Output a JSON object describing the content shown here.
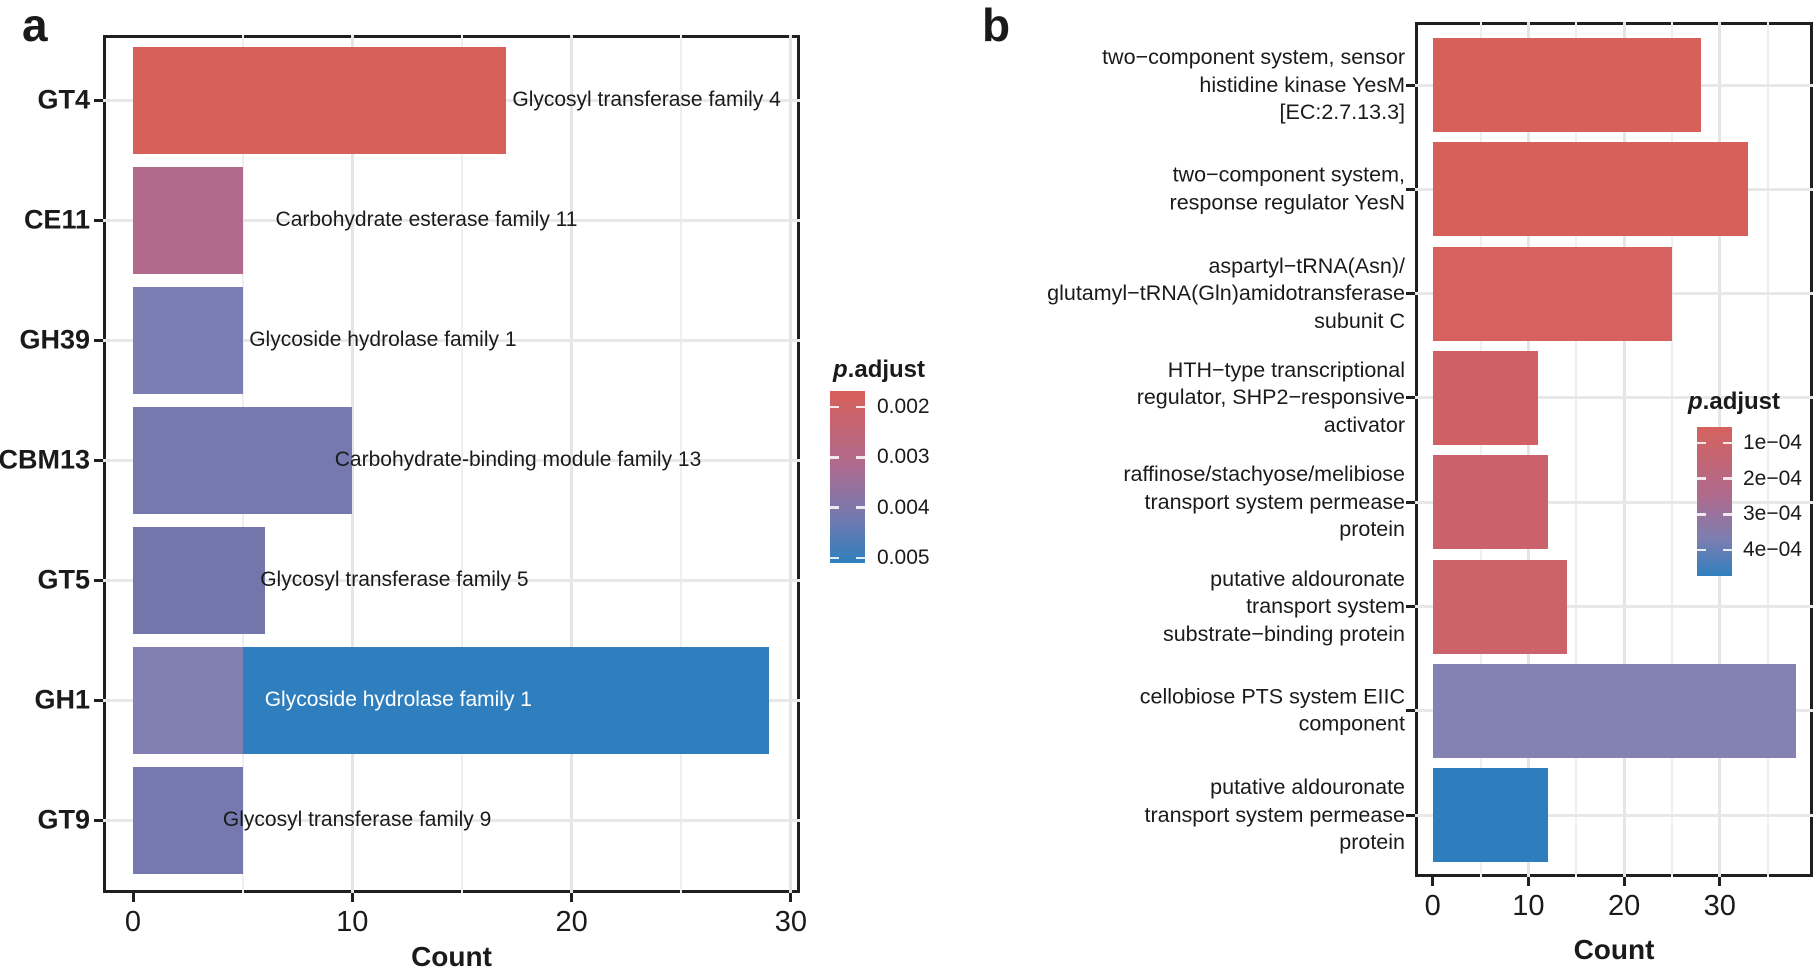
{
  "figure": {
    "panel_a_letter": "a",
    "panel_b_letter": "b"
  },
  "chart_data": [
    {
      "type": "bar",
      "panel": "a",
      "orientation": "horizontal",
      "title": "",
      "xlabel": "Count",
      "ylabel": "",
      "xlim": [
        0,
        30.4
      ],
      "x_ticks": [
        0,
        10,
        20,
        30
      ],
      "x_minor_gridlines": [
        5,
        15,
        25
      ],
      "grid": true,
      "legend": {
        "title_italic": "p",
        "title_rest": ".adjust",
        "position": "right-of-panel",
        "ticks": [
          "0.002",
          "0.003",
          "0.004",
          "0.005"
        ],
        "gradient_stops": [
          [
            "#d8605a",
            0
          ],
          [
            "#b06a8c",
            42
          ],
          [
            "#7679ae",
            72
          ],
          [
            "#2f7fbe",
            100
          ]
        ]
      },
      "categories": [
        "GT4",
        "CE11",
        "GH39",
        "CBM13",
        "GT5",
        "GH1",
        "GT9"
      ],
      "bars": [
        {
          "category": "GT4",
          "count": 17,
          "color": "#d8605a",
          "annotation": "Glycosyl transferase family 4",
          "annotation_color": "#1a1a1a",
          "annotation_left_u": 17.3
        },
        {
          "category": "CE11",
          "count": 5,
          "color": "#b1698c",
          "annotation": "Carbohydrate esterase family 11",
          "annotation_color": "#1a1a1a",
          "annotation_left_u": 6.5
        },
        {
          "category": "GH39",
          "count": 5,
          "color": "#7b7eb3",
          "annotation": "Glycoside hydrolase family 1",
          "annotation_color": "#1a1a1a",
          "annotation_left_u": 5.3
        },
        {
          "category": "CBM13",
          "count": 10,
          "color": "#7579ae",
          "annotation": "Carbohydrate-binding module family 13",
          "annotation_color": "#1a1a1a",
          "annotation_left_u": 9.2
        },
        {
          "category": "GT5",
          "count": 6,
          "color": "#7376ab",
          "annotation": "Glycosyl transferase family 5",
          "annotation_color": "#1a1a1a",
          "annotation_left_u": 5.8
        },
        {
          "category": "GH1",
          "count": 29,
          "segments": [
            {
              "from": 0,
              "to": 5,
              "color": "#8280b3"
            },
            {
              "from": 5,
              "to": 29,
              "color": "#2f7fbe"
            }
          ],
          "annotation": "Glycoside hydrolase family 1",
          "annotation_color": "#ffffff",
          "annotation_center_u": 12.1
        },
        {
          "category": "GT9",
          "count": 5,
          "color": "#7679af",
          "annotation": "Glycosyl transferase family 9",
          "annotation_color": "#1a1a1a",
          "annotation_left_u": 4.1
        }
      ]
    },
    {
      "type": "bar",
      "panel": "b",
      "orientation": "horizontal",
      "title": "",
      "xlabel": "Count",
      "ylabel": "",
      "xlim": [
        0,
        39.7
      ],
      "x_ticks": [
        0,
        10,
        20,
        30
      ],
      "x_minor_gridlines": [
        5,
        15,
        25,
        35
      ],
      "grid": true,
      "legend": {
        "title_italic": "p",
        "title_rest": ".adjust",
        "position": "inside-bottom-right",
        "ticks": [
          "1e−04",
          "2e−04",
          "3e−04",
          "4e−04"
        ],
        "gradient_stops": [
          [
            "#d5625c",
            0
          ],
          [
            "#b06a8c",
            45
          ],
          [
            "#7d7eb0",
            75
          ],
          [
            "#2f7fbe",
            100
          ]
        ]
      },
      "bars": [
        {
          "category_lines": [
            "two−component system, sensor",
            "histidine kinase YesM",
            "[EC:2.7.13.3]"
          ],
          "count": 28,
          "color": "#d8605b"
        },
        {
          "category_lines": [
            "two−component system,",
            "response regulator YesN"
          ],
          "count": 33,
          "color": "#d8605b"
        },
        {
          "category_lines": [
            "aspartyl−tRNA(Asn)/",
            "glutamyl−tRNA(Gln)amidotransferase",
            "subunit C"
          ],
          "count": 25,
          "color": "#d6615e"
        },
        {
          "category_lines": [
            "HTH−type transcriptional",
            "regulator, SHP2−responsive",
            "activator"
          ],
          "count": 11,
          "color": "#d16065"
        },
        {
          "category_lines": [
            "raffinose/stachyose/melibiose",
            "transport system permease",
            "protein"
          ],
          "count": 12,
          "color": "#cb626b"
        },
        {
          "category_lines": [
            "putative aldouronate",
            "transport system",
            "substrate−binding protein"
          ],
          "count": 14,
          "color": "#cc626a"
        },
        {
          "category_lines": [
            "cellobiose PTS system EIIC",
            "component"
          ],
          "count": 38,
          "color": "#8481b3"
        },
        {
          "category_lines": [
            "putative aldouronate",
            "transport system permease",
            "protein"
          ],
          "count": 12,
          "color": "#2e7ebe"
        }
      ]
    }
  ]
}
